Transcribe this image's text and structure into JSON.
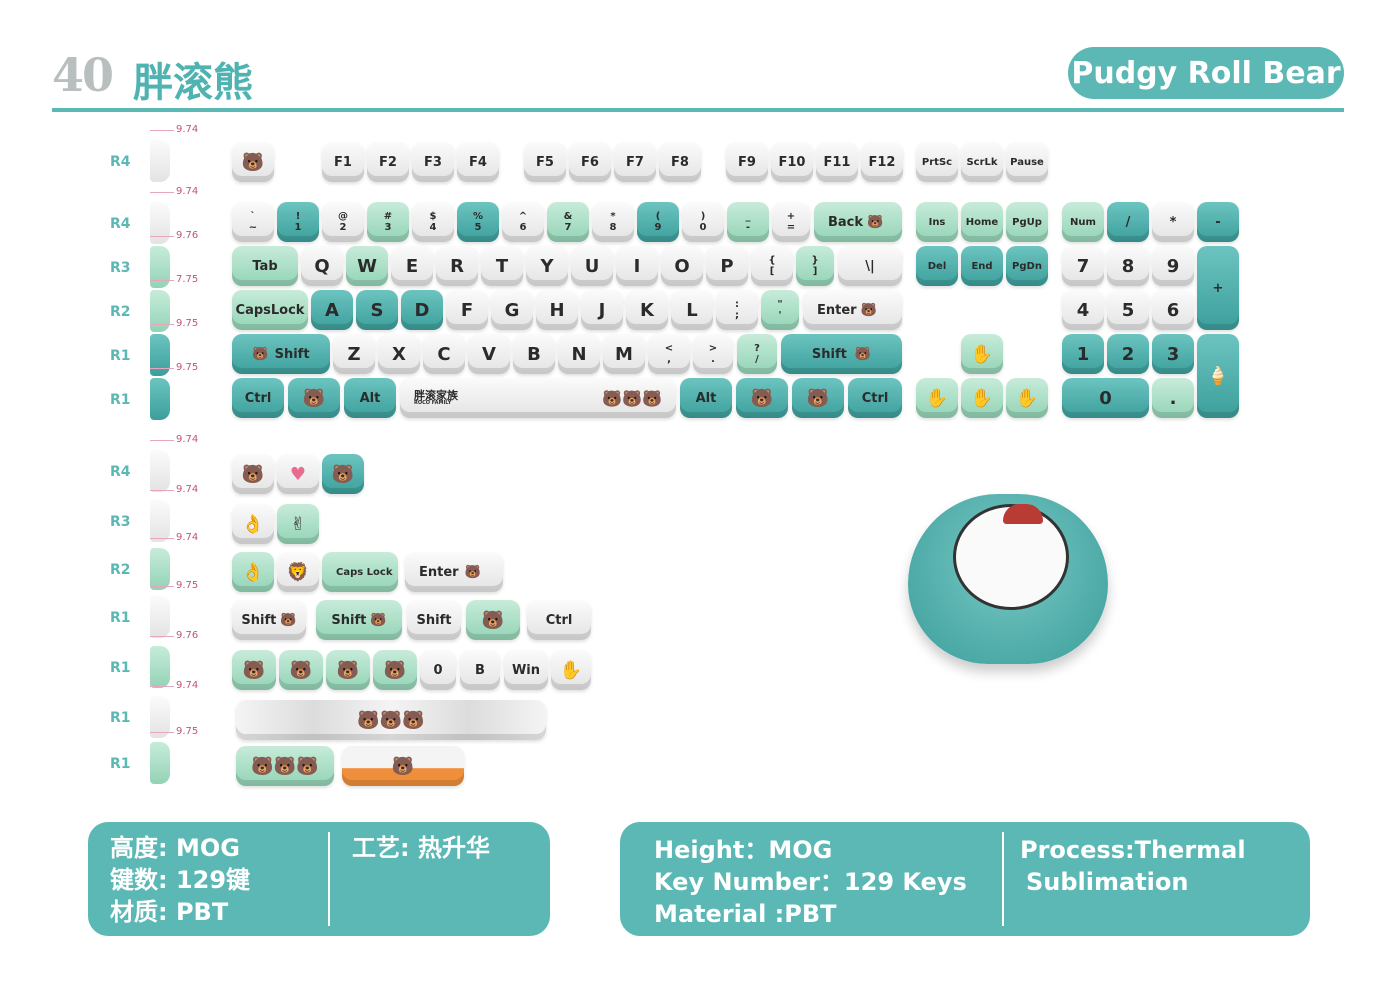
{
  "header": {
    "number": "40",
    "title_cn": "胖滚熊",
    "title_en": "Pudgy Roll Bear"
  },
  "profiles_top": [
    {
      "row": "R4",
      "height": "9.74"
    },
    {
      "row": "R4",
      "height": "9.74"
    },
    {
      "row": "R3",
      "height": "9.76"
    },
    {
      "row": "R2",
      "height": "7.75"
    },
    {
      "row": "R1",
      "height": "9.75"
    },
    {
      "row": "R1",
      "height": "9.75"
    }
  ],
  "profiles_bottom": [
    {
      "row": "R4",
      "height": "9.74"
    },
    {
      "row": "R3",
      "height": "9.74"
    },
    {
      "row": "R2",
      "height": "9.74"
    },
    {
      "row": "R1",
      "height": "9.75"
    },
    {
      "row": "R1",
      "height": "9.76"
    },
    {
      "row": "R1",
      "height": "9.74"
    },
    {
      "row": "R1",
      "height": "9.75"
    }
  ],
  "keys": {
    "f": [
      "F1",
      "F2",
      "F3",
      "F4",
      "F5",
      "F6",
      "F7",
      "F8",
      "F9",
      "F10",
      "F11",
      "F12"
    ],
    "sys": [
      "PrtSc",
      "ScrLk",
      "Pause"
    ],
    "num_row": [
      [
        "`",
        "~"
      ],
      [
        "!",
        "1"
      ],
      [
        "@",
        "2"
      ],
      [
        "#",
        "3"
      ],
      [
        "$",
        "4"
      ],
      [
        "%",
        "5"
      ],
      [
        "^",
        "6"
      ],
      [
        "&",
        "7"
      ],
      [
        "*",
        "8"
      ],
      [
        "(",
        "9"
      ],
      [
        ")",
        "0"
      ],
      [
        "_",
        "-"
      ],
      [
        "+",
        "="
      ]
    ],
    "back": "Back",
    "nav1": [
      "Ins",
      "Home",
      "PgUp"
    ],
    "nav2": [
      "Del",
      "End",
      "PgDn"
    ],
    "numpad_top": [
      "Num",
      "/",
      "*",
      "-"
    ],
    "tab": "Tab",
    "qrow": [
      "Q",
      "W",
      "E",
      "R",
      "T",
      "Y",
      "U",
      "I",
      "O",
      "P"
    ],
    "brackets": [
      [
        "{",
        "["
      ],
      [
        "}",
        "]"
      ]
    ],
    "pipe": "\\|",
    "capslock": "CapsLock",
    "arow": [
      "A",
      "S",
      "D",
      "F",
      "G",
      "H",
      "J",
      "K",
      "L"
    ],
    "semi": [
      ":",
      ";"
    ],
    "quote": [
      "\"",
      "'"
    ],
    "enter": "Enter",
    "shift": "Shift",
    "zrow": [
      "Z",
      "X",
      "C",
      "V",
      "B",
      "N",
      "M"
    ],
    "comma": [
      "<",
      ","
    ],
    "period": [
      ">",
      "."
    ],
    "slash": [
      "?",
      "/"
    ],
    "ctrl": "Ctrl",
    "alt": "Alt",
    "space_brand": "胖滚家族",
    "space_sub": "ROCO FAMILY",
    "np": [
      "7",
      "8",
      "9",
      "4",
      "5",
      "6",
      "1",
      "2",
      "3",
      "0",
      "."
    ],
    "np_plus": "+",
    "extras_r2": [
      "Caps Lock",
      "Enter"
    ],
    "extras_r1a": [
      "Shift",
      "Shift",
      "Shift",
      "Ctrl"
    ],
    "extras_r1b": [
      "0",
      "B",
      "Win"
    ]
  },
  "spec_cn": {
    "height": "高度: MOG",
    "count": "键数: 129键",
    "material": "材质: PBT",
    "process": "工艺: 热升华"
  },
  "spec_en": {
    "height": "Height：MOG",
    "count": "Key Number：129 Keys",
    "material": "Material :PBT",
    "process": "Process:Thermal",
    "process2": "Sublimation"
  },
  "colors": {
    "teal": "#5bb8b4",
    "mint": "#a8e0c6",
    "white": "#f2f2f2",
    "pink": "#c2527e"
  }
}
